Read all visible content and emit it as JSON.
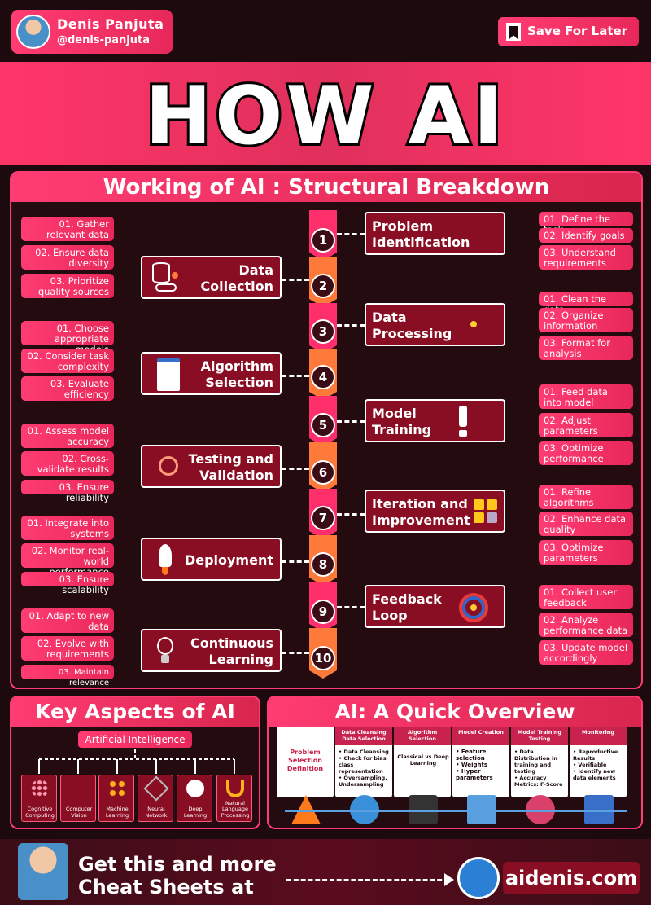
{
  "header": {
    "author_name": "Denis Panjuta",
    "author_handle": "@denis-panjuta",
    "save_label": "Save For Later",
    "title": "HOW AI WORKS"
  },
  "panel": {
    "title": "Working of AI : Structural Breakdown",
    "steps": [
      "1",
      "2",
      "3",
      "4",
      "5",
      "6",
      "7",
      "8",
      "9",
      "10"
    ],
    "right_stages": [
      {
        "title_1": "Problem",
        "title_2": "Identification",
        "icon": "none",
        "items": [
          "01. Define the task",
          "02. Identify goals",
          "03. Understand requirements"
        ]
      },
      {
        "title_1": "Data",
        "title_2": "Processing",
        "icon": "sparkle-icon",
        "items": [
          "01. Clean the data",
          "02. Organize information",
          "03. Format for analysis"
        ]
      },
      {
        "title_1": "Model",
        "title_2": "Training",
        "icon": "exclamation-icon",
        "items": [
          "01. Feed data into model",
          "02. Adjust parameters",
          "03. Optimize performance"
        ]
      },
      {
        "title_1": "Iteration and",
        "title_2": "Improvement",
        "icon": "grid-icon",
        "items": [
          "01. Refine algorithms",
          "02. Enhance data quality",
          "03. Optimize parameters"
        ]
      },
      {
        "title_1": "Feedback",
        "title_2": "Loop",
        "icon": "target-icon",
        "items": [
          "01. Collect user feedback",
          "02. Analyze performance data",
          "03. Update model accordingly"
        ]
      }
    ],
    "left_stages": [
      {
        "title_1": "Data",
        "title_2": "Collection",
        "icon": "database-icon",
        "items": [
          "01. Gather relevant data",
          "02. Ensure data diversity",
          "03. Prioritize quality sources"
        ]
      },
      {
        "title_1": "Algorithm",
        "title_2": "Selection",
        "icon": "notepad-icon",
        "items": [
          "01. Choose appropriate models",
          "02. Consider task complexity",
          "03. Evaluate efficiency"
        ]
      },
      {
        "title_1": "Testing and",
        "title_2": "Validation",
        "icon": "magnifier-icon",
        "items": [
          "01. Assess model accuracy",
          "02. Cross-validate results",
          "03. Ensure reliability"
        ]
      },
      {
        "title_1": "",
        "title_2": "Deployment",
        "icon": "rocket-icon",
        "items": [
          "01. Integrate into systems",
          "02. Monitor real-world performance",
          "03. Ensure scalability"
        ]
      },
      {
        "title_1": "Continuous",
        "title_2": "Learning",
        "icon": "bulb-icon",
        "items": [
          "01. Adapt to new data",
          "02. Evolve with requirements",
          "03. Maintain relevance"
        ]
      }
    ]
  },
  "key_aspects": {
    "title": "Key Aspects of AI",
    "root": "Artificial Intelligence",
    "items": [
      "Cognitive Computing",
      "Computer Vision",
      "Machine Learning",
      "Neural Network",
      "Deep Learning",
      "Natural Language Processing"
    ]
  },
  "overview": {
    "title": "AI: A Quick Overview",
    "cards": [
      {
        "head": "",
        "body": "Problem Selection Definition"
      },
      {
        "head": "Data Cleansing Data Selection",
        "body": "• Data Cleansing\n• Check for bias class representation\n• Oversampling, Undersampling"
      },
      {
        "head": "Algorithm Selection",
        "body": "Classical vs Deep Learning"
      },
      {
        "head": "Model Creation",
        "body": "• Feature selection\n• Weights\n• Hyper parameters"
      },
      {
        "head": "Model Training Testing",
        "body": "• Data Distribution in training and testing\n• Accuracy Metrics: F-Score"
      },
      {
        "head": "Monitoring",
        "body": "• Reproductive Results\n• Verifiable\n• Identify new data elements"
      }
    ]
  },
  "footer": {
    "line_1": "Get this and more",
    "line_2": "Cheat Sheets at",
    "site": "aidenis.com"
  },
  "colors": {
    "accent": "#ff3c73",
    "dark_red": "#8a0e23",
    "background": "#1c0a0e"
  }
}
